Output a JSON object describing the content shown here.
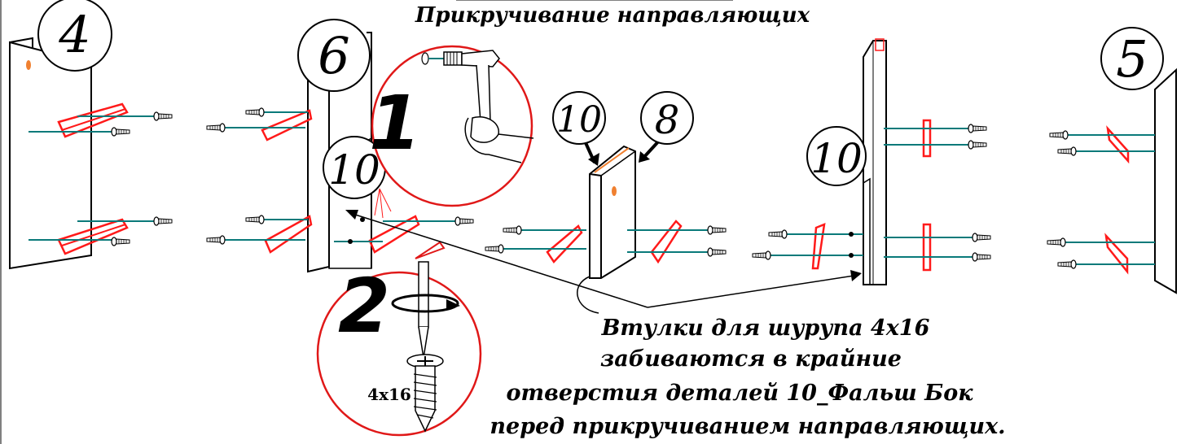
{
  "title": "Прикручивание направляющих",
  "parts": {
    "part_4": "4",
    "part_6": "6",
    "part_10_a": "10",
    "part_10_b": "10",
    "part_8": "8",
    "part_10_c": "10",
    "part_5": "5"
  },
  "steps": {
    "step_1": "1",
    "step_2": "2"
  },
  "screw_size": "4x16",
  "note_lines": [
    "Втулки для шурупа 4x16",
    "забиваются в крайние",
    "отверстия деталей 10_Фальш Бок",
    "перед прикручиванием направляющих."
  ],
  "colors": {
    "rail": "#ff1a1a",
    "axis": "#0a7a7a",
    "outline": "#000000",
    "dowel": "#f08030"
  }
}
